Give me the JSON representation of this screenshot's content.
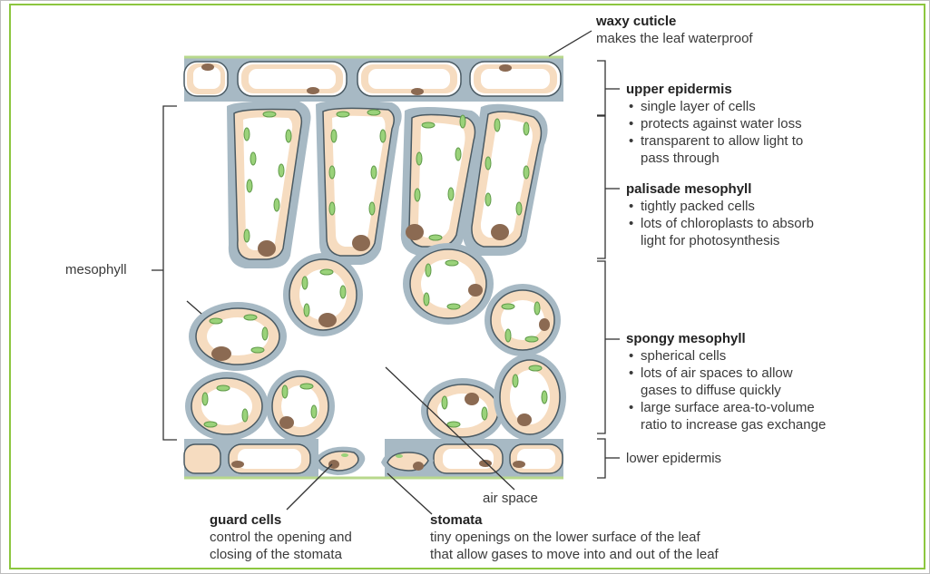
{
  "labels": {
    "waxy_cuticle": {
      "title": "waxy cuticle",
      "desc": "makes the leaf waterproof"
    },
    "upper_epidermis": {
      "title": "upper epidermis",
      "bullets": [
        "single layer of cells",
        "protects against water loss",
        "transparent to allow light to",
        "pass through"
      ]
    },
    "palisade": {
      "title": "palisade mesophyll",
      "bullets": [
        "tightly packed cells",
        "lots of chloroplasts to absorb",
        "light for photosynthesis"
      ]
    },
    "spongy": {
      "title": "spongy mesophyll",
      "bullets": [
        "spherical cells",
        "lots of air spaces to allow",
        "gases to diffuse quickly",
        "large surface area-to-volume",
        "ratio to increase gas exchange"
      ]
    },
    "lower_epidermis": "lower epidermis",
    "mesophyll": "mesophyll",
    "air_space": "air space",
    "guard_cells": {
      "title": "guard cells",
      "line1": "control the opening and",
      "line2": "closing of the stomata"
    },
    "stomata": {
      "title": "stomata",
      "line1": "tiny openings on the lower surface of the leaf",
      "line2": "that allow gases to move into and out of the leaf"
    }
  },
  "colors": {
    "cell_wall": "#a7b9c4",
    "cytoplasm": "#f6dcc0",
    "chloroplast": "#9ad27a",
    "nucleus": "#8b6a52",
    "frame": "#8cc63f"
  }
}
